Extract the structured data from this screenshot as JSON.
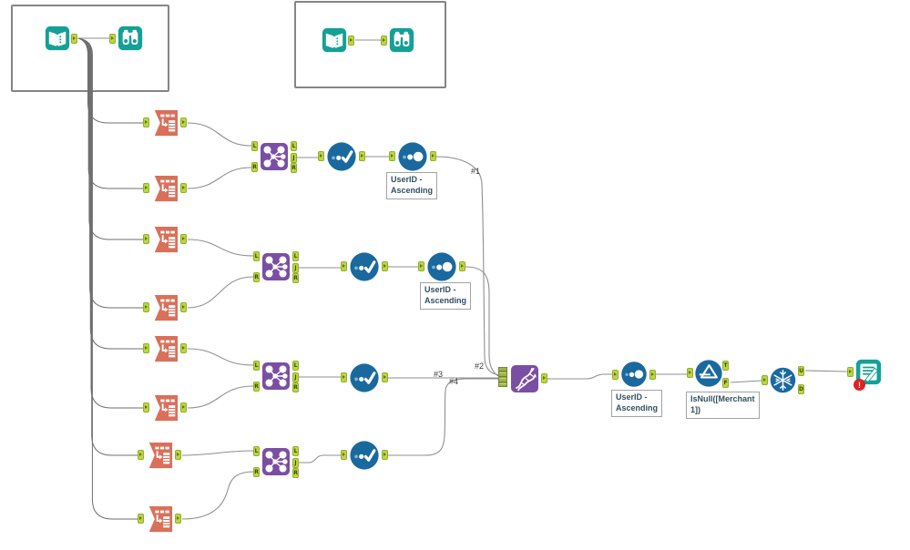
{
  "workflow": {
    "anchors": {
      "L": "L",
      "R": "R",
      "J": "J",
      "T": "T",
      "F": "F",
      "U": "U",
      "D": "D"
    },
    "annotations": {
      "sort1": [
        "UserID -",
        "Ascending"
      ],
      "sort2": [
        "UserID -",
        "Ascending"
      ],
      "sort3": [
        "UserID -",
        "Ascending"
      ],
      "filter": [
        "IsNull([Merchant",
        "1])"
      ]
    },
    "connection_labels": {
      "c1": "#1",
      "c2": "#2",
      "c3": "#3",
      "c4": "#4"
    },
    "badges": {
      "output_error": "!"
    },
    "icons": [
      "input-data-icon",
      "browse-icon",
      "data-prep-icon",
      "join-icon",
      "select-icon",
      "sort-icon",
      "union-icon",
      "filter-icon",
      "unique-icon",
      "output-data-icon",
      "error-badge-icon"
    ],
    "colors": {
      "teal": "#14A096",
      "orange": "#D9705A",
      "purple": "#7A4FA3",
      "blue": "#1A699E",
      "anchor_green": "#BCD73E",
      "connector": "#8F8F8F",
      "error_red": "#E02121",
      "annotation_text": "#31505F"
    }
  }
}
